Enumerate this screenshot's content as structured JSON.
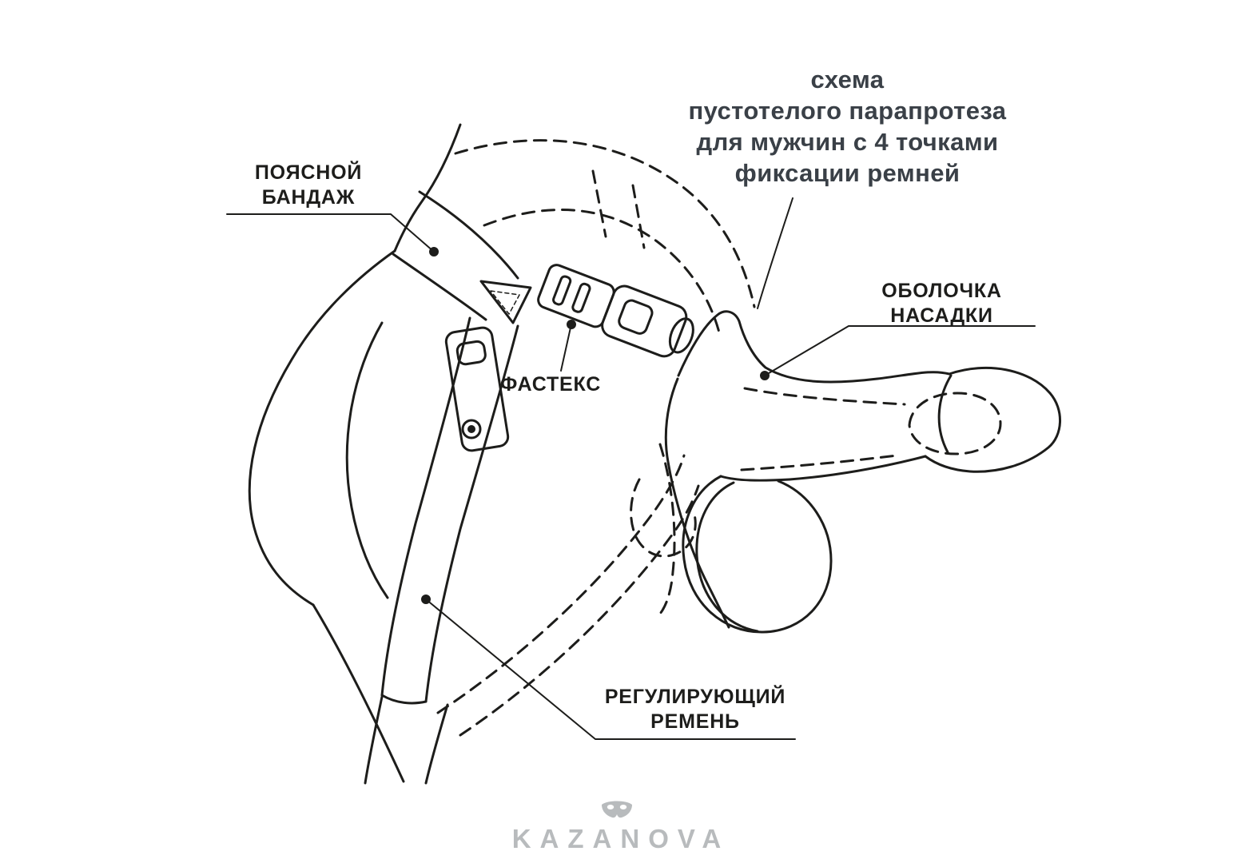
{
  "title": {
    "lines": [
      "схема",
      "пустотелого парапротеза",
      "для мужчин с 4 точками",
      "фиксации ремней"
    ]
  },
  "labels": {
    "waistband": {
      "line1": "ПОЯСНОЙ",
      "line2": "БАНДАЖ"
    },
    "sheath": {
      "line1": "ОБОЛОЧКА",
      "line2": "НАСАДКИ"
    },
    "fastex": {
      "text": "ФАСТЕКС"
    },
    "strap": {
      "line1": "РЕГУЛИРУЮЩИЙ",
      "line2": "РЕМЕНЬ"
    }
  },
  "branding": {
    "logo_text": "KAZANOVA",
    "logo_icon": "mask-icon"
  },
  "colors": {
    "line": "#1d1d1b",
    "title_text": "#3a4047",
    "logo": "#b8bbbd",
    "background": "#ffffff"
  }
}
